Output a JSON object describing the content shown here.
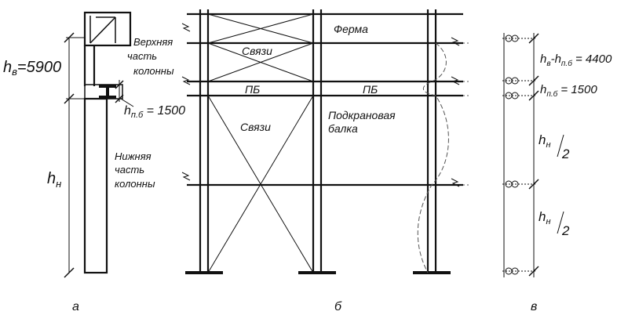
{
  "panel_a": {
    "label_upper_height": "h",
    "label_upper_height_sub": "в",
    "label_upper_height_value": "=5900",
    "upper_part_text": [
      "Верхняя",
      "часть",
      "колонны"
    ],
    "label_pb_height": "h",
    "label_pb_height_sub": "п.б",
    "label_pb_height_value": " = 1500",
    "label_lower_height": "h",
    "label_lower_height_sub": "н",
    "lower_part_text": [
      "Нижняя",
      "часть",
      "колонны"
    ],
    "caption": "а"
  },
  "panel_b": {
    "truss_label": "Ферма",
    "bracing_upper_label": "Связи",
    "pb_left_label": "ПБ",
    "pb_right_label": "ПБ",
    "crane_beam_text": [
      "Подкрановая",
      "балка"
    ],
    "bracing_lower_label": "Связи",
    "caption": "б"
  },
  "panel_c": {
    "dim1_h": "h",
    "dim1_sub1": "в",
    "dim1_mid": "-h",
    "dim1_sub2": "п.б",
    "dim1_value": " = 4400",
    "dim2_h": "h",
    "dim2_sub": "п.б",
    "dim2_value": " = 1500",
    "dim3_h": "h",
    "dim3_sub": "н",
    "dim3_div": "2",
    "dim4_h": "h",
    "dim4_sub": "н",
    "dim4_div": "2",
    "caption": "в"
  }
}
